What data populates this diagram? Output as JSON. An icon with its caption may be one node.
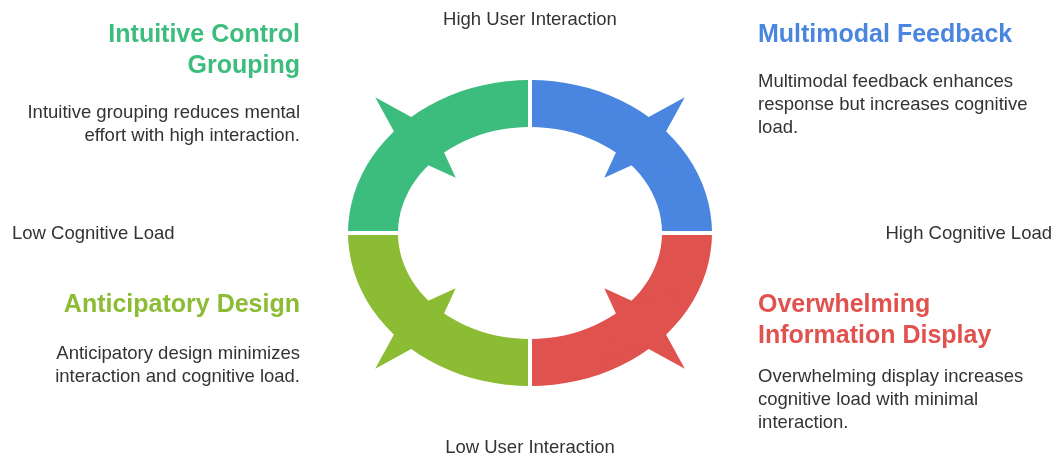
{
  "diagram": {
    "nodes": [
      {
        "text": [
          "Intuitive Control Grouping",
          "Intuitive grouping reduces mental effort with high interaction."
        ]
      },
      {
        "text": [
          "Multimodal Feedback",
          "Multimodal feedback enhances response but increases cognitive load."
        ]
      },
      {
        "text": [
          "Anticipatory Design",
          "Anticipatory design minimizes interaction and cognitive load."
        ]
      },
      {
        "text": [
          "Overwhelming Information Display",
          "Overwhelming display increases cognitive load with minimal interaction."
        ]
      }
    ],
    "labels": [
      "High User Interaction",
      "Low Cognitive Load",
      "High Cognitive Load",
      "Low User Interaction"
    ]
  }
}
